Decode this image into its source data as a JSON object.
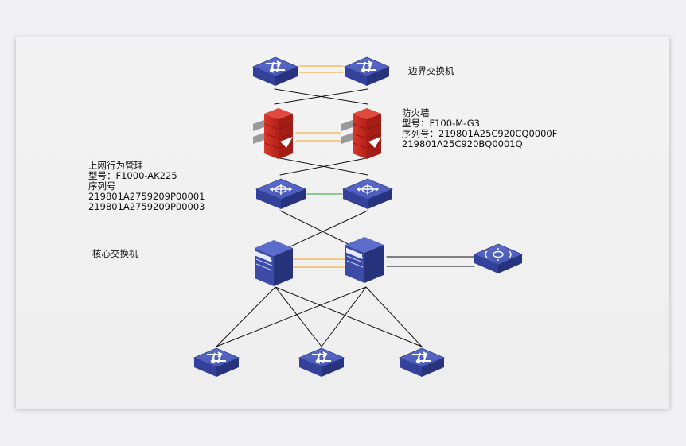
{
  "labels": {
    "border_switch": "边界交换机",
    "firewall": {
      "title": "防火墙",
      "model": "型号：F100-M-G3",
      "serial_1": "序列号：219801A25C920CQ0000F",
      "serial_2": "219801A25C920BQ0001Q"
    },
    "behavior_mgmt": {
      "title": "上网行为管理",
      "model": "型号：F1000-AK225",
      "serial_label": "序列号",
      "serial_1": "219801A2759209P00001",
      "serial_2": "219801A2759209P00003"
    },
    "core_switch": "核心交换机"
  },
  "colors": {
    "device_blue": "#3b4ba6",
    "firewall_red": "#c8261c",
    "link_black": "#111111",
    "link_orange": "#f0a020",
    "link_green": "#2e9a35"
  },
  "icons": {
    "switch": "switch-icon",
    "firewall": "firewall-icon",
    "router": "router-icon",
    "server_switch": "chassis-switch-icon",
    "wireless_ap": "access-point-icon"
  }
}
